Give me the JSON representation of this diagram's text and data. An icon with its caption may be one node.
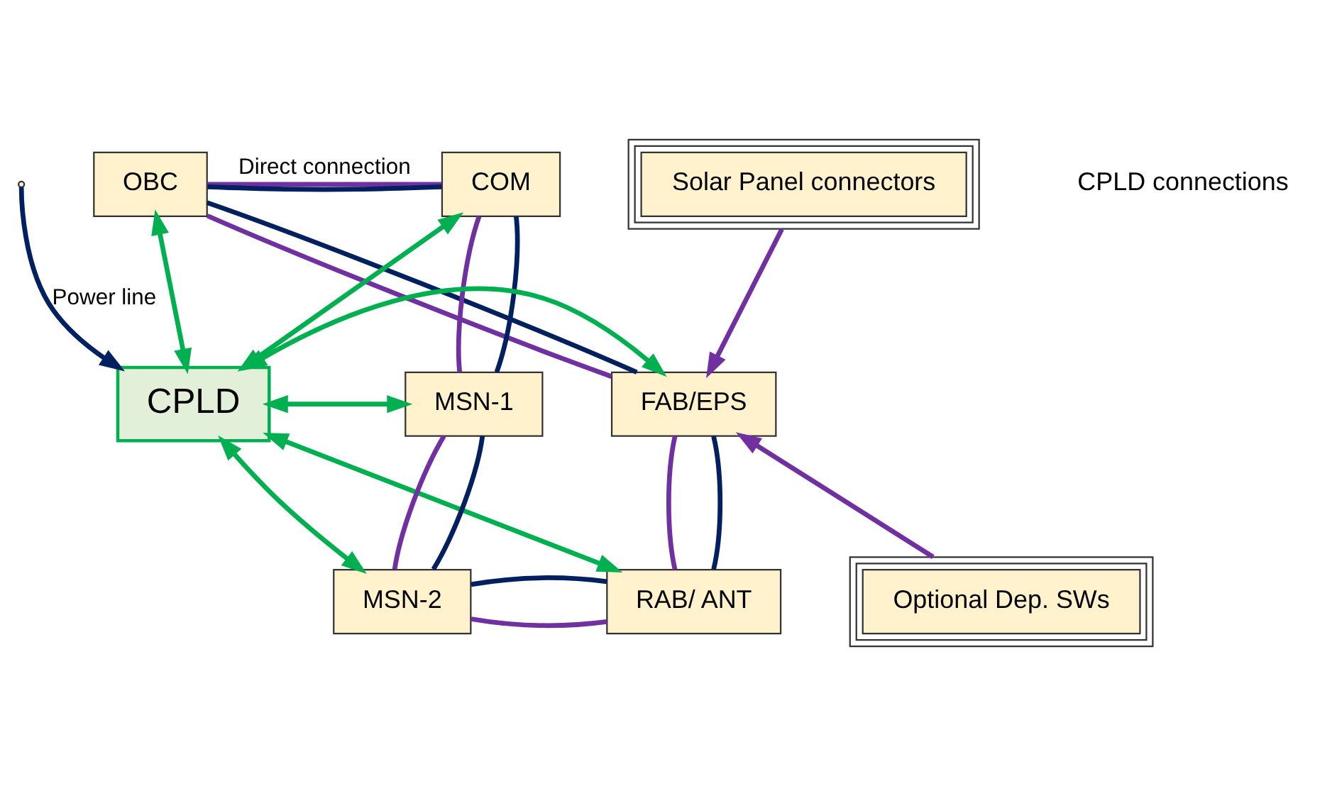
{
  "diagram": {
    "nodes": [
      {
        "text": [
          "Solar Panel connectors"
        ]
      },
      {
        "text": [
          "Optional Dep. SWs"
        ]
      },
      {
        "text": [
          "FAB/EPS"
        ]
      },
      {
        "text": [
          "OBC"
        ]
      },
      {
        "text": [
          "COM"
        ]
      },
      {
        "text": [
          "CPLD"
        ]
      },
      {
        "text": [
          "MSN-1"
        ]
      },
      {
        "text": [
          "RAB/ ANT"
        ]
      },
      {
        "text": [
          "MSN-2"
        ]
      }
    ],
    "edges": [
      {
        "from": 5,
        "to": 3,
        "arrow": "both",
        "color": "#00b050"
      },
      {
        "from": 5,
        "to": 4,
        "arrow": "both",
        "color": "#00b050"
      },
      {
        "from": 5,
        "to": 2,
        "arrow": "both",
        "color": "#00b050"
      },
      {
        "from": 5,
        "to": 6,
        "arrow": "both",
        "color": "#00b050"
      },
      {
        "from": 5,
        "to": 7,
        "arrow": "both",
        "color": "#00b050"
      },
      {
        "from": 5,
        "to": 8,
        "arrow": "both",
        "color": "#00b050"
      },
      {
        "from": 0,
        "to": 2,
        "arrow": "to",
        "color": "#7030a0"
      },
      {
        "from": 1,
        "to": 2,
        "arrow": "to",
        "color": "#7030a0"
      },
      {
        "from": 3,
        "to": 4,
        "arrow": "none",
        "label": "Direct connection",
        "color": "#7030a0"
      },
      {
        "from": 4,
        "to": 6,
        "arrow": "none",
        "color": "#7030a0"
      },
      {
        "from": 6,
        "to": 8,
        "arrow": "none",
        "color": "#7030a0"
      },
      {
        "from": 8,
        "to": 7,
        "arrow": "none",
        "color": "#7030a0"
      },
      {
        "from": 7,
        "to": 2,
        "arrow": "none",
        "color": "#7030a0"
      },
      {
        "from": 2,
        "to": 3,
        "arrow": "none",
        "color": "#7030a0"
      },
      {
        "from": 3,
        "to": 4,
        "arrow": "none",
        "color": "#002060"
      },
      {
        "from": 4,
        "to": 6,
        "arrow": "none",
        "color": "#002060"
      },
      {
        "from": 6,
        "to": 8,
        "arrow": "none",
        "color": "#002060"
      },
      {
        "from": 8,
        "to": 7,
        "arrow": "none",
        "color": "#002060"
      },
      {
        "from": 7,
        "to": 2,
        "arrow": "none",
        "color": "#002060"
      },
      {
        "from": 2,
        "to": 3,
        "arrow": "none",
        "color": "#002060"
      },
      {
        "from": null,
        "to": 5,
        "arrow": "to",
        "label": "Power line",
        "color": "#002060"
      }
    ],
    "labels": [
      "CPLD connections"
    ]
  }
}
